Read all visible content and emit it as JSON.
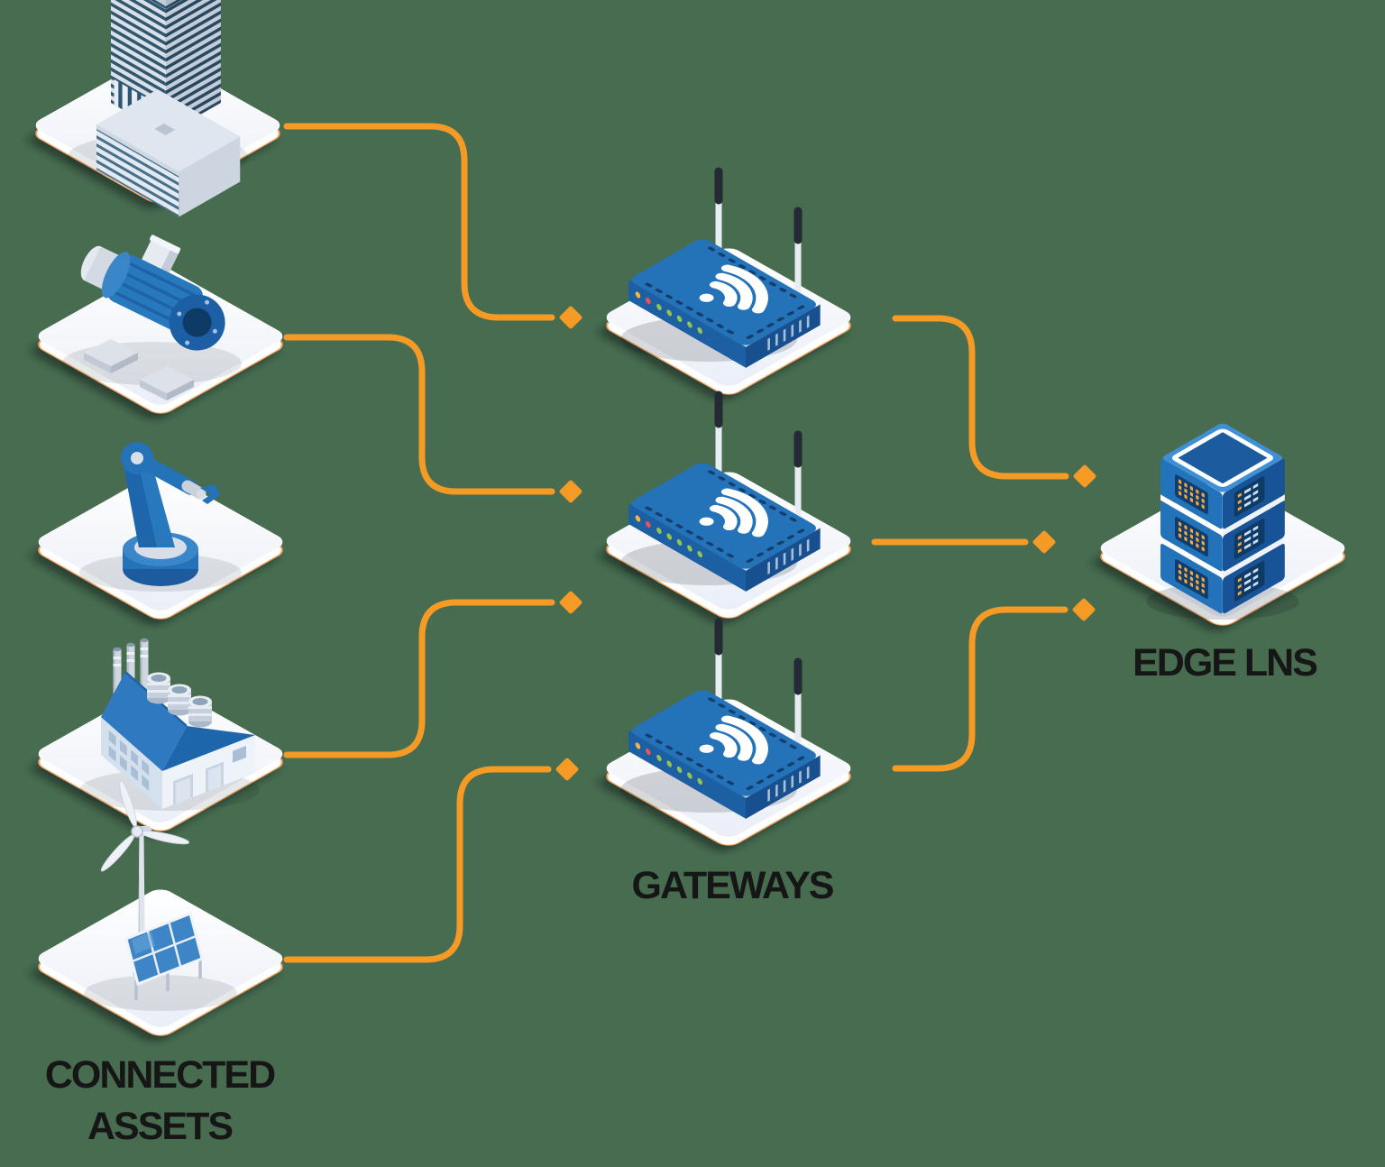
{
  "palette": {
    "background": "#476C50",
    "accent_orange": "#F59B25",
    "device_blue": "#2473B9",
    "label_ink": "#161616"
  },
  "labels": {
    "connected_assets": [
      "CONNECTED",
      "ASSETS"
    ],
    "gateways": "GATEWAYS",
    "edge_lns": "EDGE LNS"
  },
  "nodes": {
    "connected_assets": [
      {
        "id": "asset-buildings",
        "icon": "buildings-icon"
      },
      {
        "id": "asset-pump",
        "icon": "pump-icon"
      },
      {
        "id": "asset-robot-arm",
        "icon": "robot-arm-icon"
      },
      {
        "id": "asset-factory",
        "icon": "factory-icon"
      },
      {
        "id": "asset-renewables",
        "icon": "wind-solar-icon"
      }
    ],
    "gateways": [
      {
        "id": "gateway-1",
        "icon": "router-icon"
      },
      {
        "id": "gateway-2",
        "icon": "router-icon"
      },
      {
        "id": "gateway-3",
        "icon": "router-icon"
      }
    ],
    "edge_lns": {
      "id": "edge-lns",
      "icon": "server-stack-icon"
    }
  },
  "connections": [
    {
      "from": "asset-buildings",
      "to": "gateway-1"
    },
    {
      "from": "asset-pump",
      "to": "gateway-2"
    },
    {
      "from": "asset-factory",
      "to": "gateway-2"
    },
    {
      "from": "asset-renewables",
      "to": "gateway-3"
    },
    {
      "from": "gateway-1",
      "to": "edge-lns"
    },
    {
      "from": "gateway-2",
      "to": "edge-lns"
    },
    {
      "from": "gateway-3",
      "to": "edge-lns"
    }
  ]
}
